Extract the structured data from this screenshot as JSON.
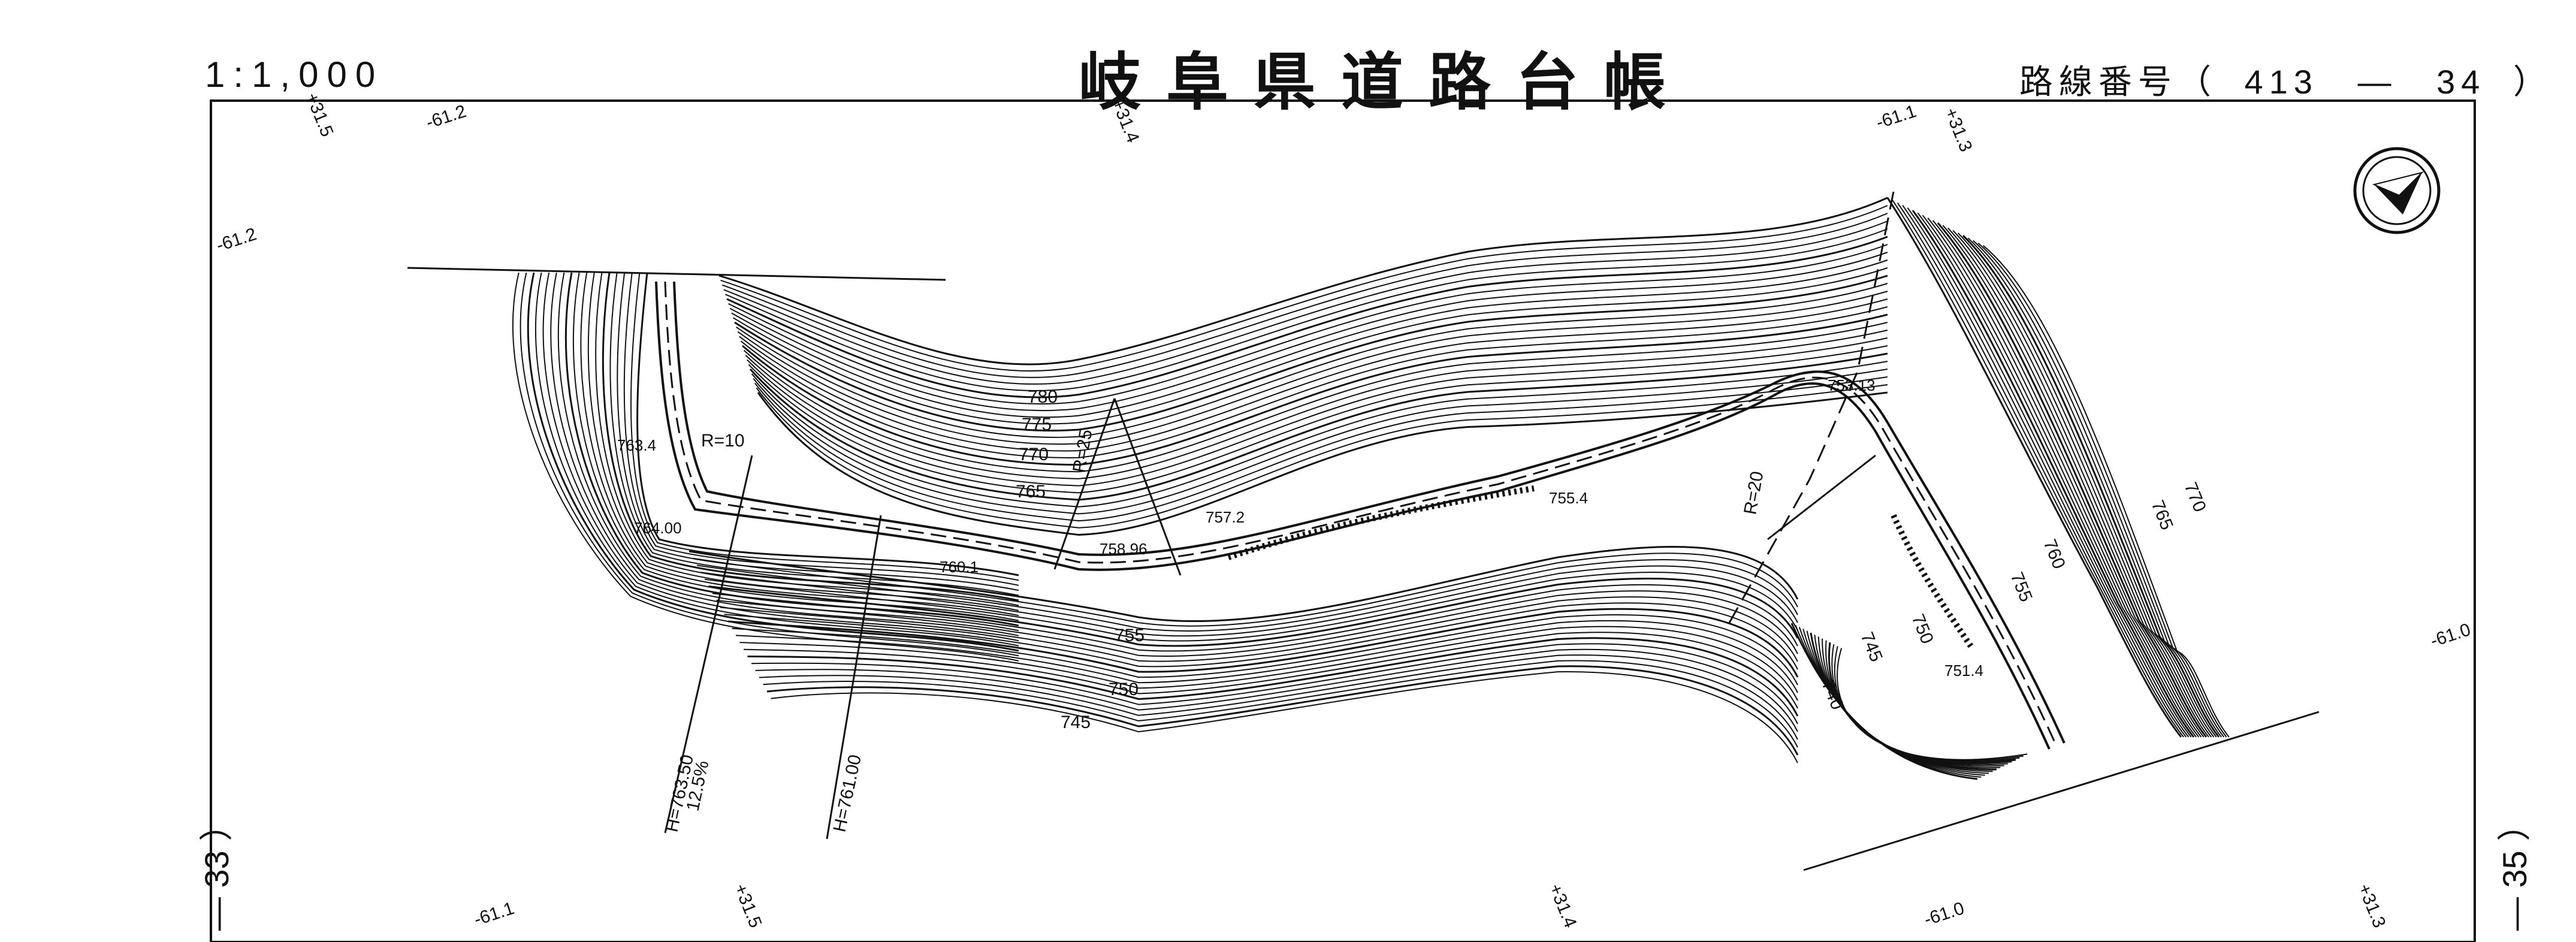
{
  "header": {
    "scale": "1:1,000",
    "title": "岐阜県道路台帳",
    "route_prefix": "路線番号（",
    "route_main": "413",
    "route_dash": "—",
    "route_sheet": "34",
    "route_suffix": "）"
  },
  "adjacent_sheets": {
    "left": "— 33 ）",
    "right": "— 35 ）"
  },
  "grid_ticks": {
    "top": [
      "+31.5",
      "-61.2",
      "+31.4",
      "-61.1",
      "+31.3"
    ],
    "left": [
      "-61.2"
    ],
    "right": [
      "-61.0"
    ],
    "bottom": [
      "-61.1",
      "+31.5",
      "+31.4",
      "-61.0",
      "+31.3"
    ]
  },
  "contour_labels": [
    "780",
    "775",
    "770",
    "765",
    "755",
    "750",
    "745",
    "740",
    "745",
    "750",
    "755",
    "760",
    "765",
    "770"
  ],
  "spot_elevations": [
    "763.4",
    "764.00",
    "760.1",
    "758.96",
    "757.2",
    "755.4",
    "753.13",
    "751.4"
  ],
  "curve_labels": [
    "R=10",
    "R=25",
    "R=20"
  ],
  "grade_labels": {
    "left_h": "H=763.50",
    "left_pct": "12.5%",
    "right_h": "H=761.00"
  },
  "north_arrow": "north-arrow-icon",
  "colors": {
    "ink": "#111111",
    "paper": "#ffffff"
  }
}
